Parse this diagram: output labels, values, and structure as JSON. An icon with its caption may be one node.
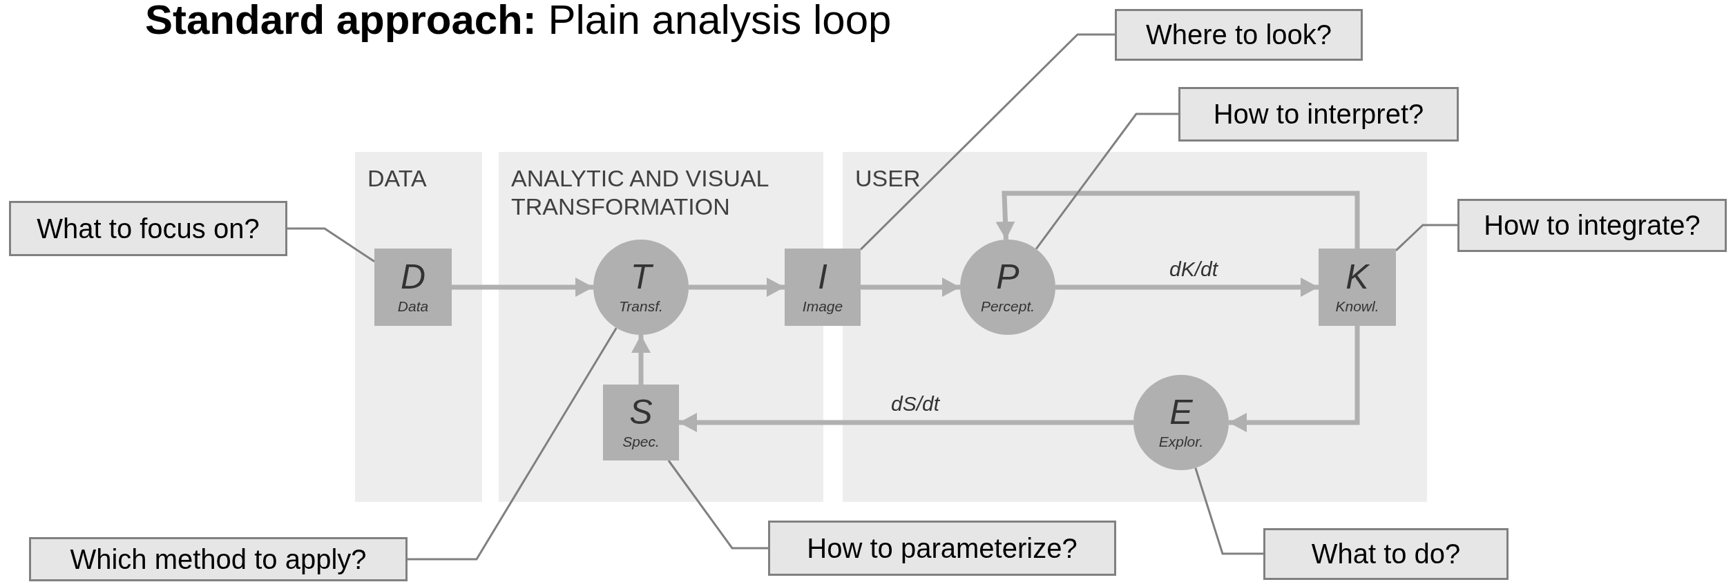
{
  "diagram": {
    "title": "**Standard approach:** Plain analysis loop",
    "nodes": [
      {
        "text": [
          "DATA"
        ]
      },
      {
        "text": [
          "ANALYTIC AND VISUAL TRANSFORMATION"
        ]
      },
      {
        "text": [
          "USER"
        ]
      },
      {
        "text": [
          "D",
          "Data"
        ],
        "in": 0
      },
      {
        "text": [
          "T",
          "Transf."
        ],
        "in": 1
      },
      {
        "text": [
          "S",
          "Spec."
        ],
        "in": 1
      },
      {
        "text": [
          "I",
          "Image"
        ]
      },
      {
        "text": [
          "P",
          "Percept."
        ],
        "in": 2
      },
      {
        "text": [
          "K",
          "Knowl."
        ],
        "in": 2
      },
      {
        "text": [
          "E",
          "Explor."
        ],
        "in": 2
      },
      {
        "text": [
          "What to focus on?"
        ]
      },
      {
        "text": [
          "Which method to apply?"
        ]
      },
      {
        "text": [
          "Where to look?"
        ]
      },
      {
        "text": [
          "How to interpret?"
        ]
      },
      {
        "text": [
          "How to integrate?"
        ]
      },
      {
        "text": [
          "How to parameterize?"
        ]
      },
      {
        "text": [
          "What to do?"
        ]
      }
    ],
    "edges": [
      {
        "from": 3,
        "to": 4,
        "arrow": "to"
      },
      {
        "from": 4,
        "to": 6,
        "arrow": "to"
      },
      {
        "from": 6,
        "to": 7,
        "arrow": "to"
      },
      {
        "from": 7,
        "to": 8,
        "arrow": "to",
        "label": "dK/dt"
      },
      {
        "from": 8,
        "to": 7,
        "arrow": "to"
      },
      {
        "from": 8,
        "to": 9,
        "arrow": "to"
      },
      {
        "from": 9,
        "to": 5,
        "arrow": "to",
        "label": "dS/dt"
      },
      {
        "from": 5,
        "to": 4,
        "arrow": "to"
      },
      {
        "from": 10,
        "to": 3,
        "arrow": "none",
        "color": "#808080"
      },
      {
        "from": 11,
        "to": 4,
        "arrow": "none",
        "color": "#808080"
      },
      {
        "from": 12,
        "to": 6,
        "arrow": "none",
        "color": "#808080"
      },
      {
        "from": 13,
        "to": 7,
        "arrow": "none",
        "color": "#808080"
      },
      {
        "from": 14,
        "to": 8,
        "arrow": "none",
        "color": "#808080"
      },
      {
        "from": 15,
        "to": 5,
        "arrow": "none",
        "color": "#808080"
      },
      {
        "from": 16,
        "to": 9,
        "arrow": "none",
        "color": "#808080"
      }
    ]
  }
}
